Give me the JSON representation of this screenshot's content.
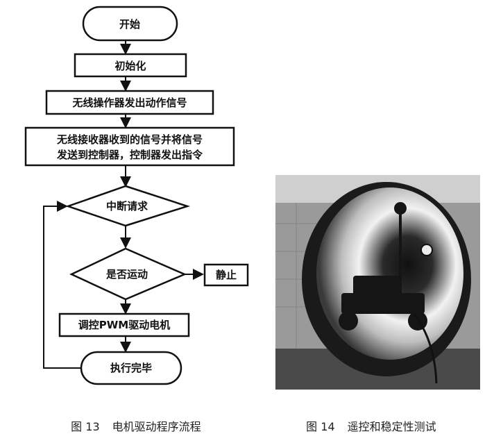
{
  "flowchart": {
    "start": "开始",
    "init": "初始化",
    "send_signal": "无线操作器发出动作信号",
    "receive_line1": "无线接收器收到的信号并将信号",
    "receive_line2": "发送到控制器，控制器发出指令",
    "interrupt": "中断请求",
    "is_moving": "是否运动",
    "stop": "静止",
    "pwm_drive": "调控PWM驱动电机",
    "done": "执行完毕"
  },
  "captions": {
    "fig13_label": "图 13",
    "fig13_title": "电机驱动程序流程",
    "fig14_label": "图 14",
    "fig14_title": "遥控和稳定性测试"
  }
}
